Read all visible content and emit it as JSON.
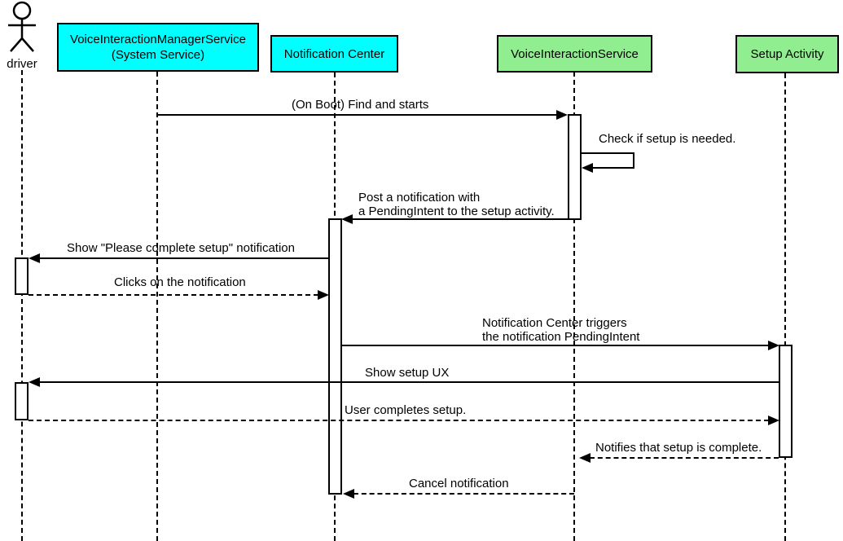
{
  "diagram": {
    "type": "uml-sequence",
    "background": "#ffffff",
    "line_color": "#000000",
    "actor": {
      "name": "driver"
    },
    "participants": [
      {
        "id": "voice-interaction-manager-service",
        "label": "VoiceInteractionManagerService\n(System Service)",
        "fill": "#00ffff"
      },
      {
        "id": "notification-center",
        "label": "Notification Center",
        "fill": "#00ffff"
      },
      {
        "id": "voice-interaction-service",
        "label": "VoiceInteractionService",
        "fill": "#90ee90"
      },
      {
        "id": "setup-activity",
        "label": "Setup Activity",
        "fill": "#90ee90"
      }
    ],
    "messages": [
      {
        "label": "(On Boot) Find and starts",
        "from": "VoiceInteractionManagerService (System Service)",
        "to": "VoiceInteractionService",
        "style": "solid"
      },
      {
        "label": "Check if setup is needed.",
        "from": "VoiceInteractionService",
        "to": "VoiceInteractionService",
        "style": "solid-self"
      },
      {
        "label": "Post a notification with\na PendingIntent to the setup activity.",
        "from": "VoiceInteractionService",
        "to": "Notification Center",
        "style": "solid"
      },
      {
        "label": "Show \"Please complete setup\" notification",
        "from": "Notification Center",
        "to": "driver",
        "style": "solid"
      },
      {
        "label": "Clicks on the notification",
        "from": "driver",
        "to": "Notification Center",
        "style": "dashed"
      },
      {
        "label": "Notification Center triggers\nthe notification PendingIntent",
        "from": "Notification Center",
        "to": "Setup Activity",
        "style": "solid"
      },
      {
        "label": "Show setup UX",
        "from": "Setup Activity",
        "to": "driver",
        "style": "solid"
      },
      {
        "label": "User completes setup.",
        "from": "driver",
        "to": "Setup Activity",
        "style": "dashed"
      },
      {
        "label": "Notifies that setup is complete.",
        "from": "Setup Activity",
        "to": "VoiceInteractionService",
        "style": "dashed"
      },
      {
        "label": "Cancel notification",
        "from": "VoiceInteractionService",
        "to": "Notification Center",
        "style": "dashed"
      }
    ]
  }
}
